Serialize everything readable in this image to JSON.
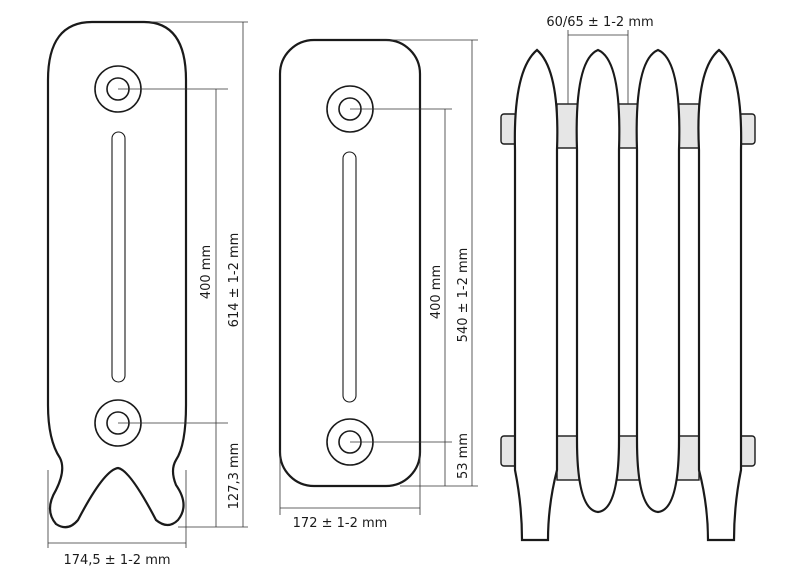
{
  "labels": {
    "left_center_spacing": "400 mm",
    "left_total_height": "614 ± 1-2 mm",
    "left_leg_height": "127,3 mm",
    "left_width": "174,5 ± 1-2 mm",
    "middle_center_spacing": "400 mm",
    "middle_total_height": "540 ± 1-2 mm",
    "middle_bottom_offset": "53 mm",
    "middle_width": "172 ± 1-2 mm",
    "right_section_pitch": "60/65 ± 1-2 mm"
  },
  "colors": {
    "stroke": "#1a1a1a",
    "fill": "#ffffff",
    "pipe": "#e6e6e6"
  }
}
